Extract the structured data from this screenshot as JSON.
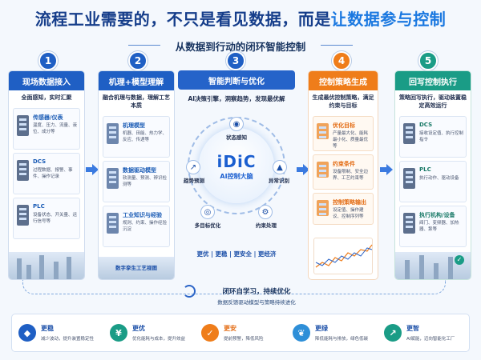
{
  "title": {
    "part1": "流程工业需要的，不只是看见数据，而是",
    "part2": "让数据参与控制"
  },
  "subtitle": "从数据到行动的闭环智能控制",
  "colors": {
    "blue": "#1f5fc4",
    "orange": "#ef7d1a",
    "teal": "#1a9c86"
  },
  "steps": [
    {
      "num": "1",
      "title": "现场数据接入",
      "desc": "全面感知，实时汇聚",
      "cards": [
        {
          "title": "传感器/仪表",
          "desc": "温度、压力、流量、液位、成分等"
        },
        {
          "title": "DCS",
          "desc": "过程数据、报警、事件、操作记录"
        },
        {
          "title": "PLC",
          "desc": "设备状态、开关量、运行信号等"
        }
      ]
    },
    {
      "num": "2",
      "title": "机理+模型理解",
      "desc": "融合机理与数据，理解工艺本质",
      "cards": [
        {
          "title": "机理模型",
          "desc": "机器、田能、热力学、反应、传递等"
        },
        {
          "title": "数据驱动模型",
          "desc": "软测量、预测、辨识检测等"
        },
        {
          "title": "工业知识与经验",
          "desc": "规则、约束、操作经验沉淀"
        }
      ],
      "twin": "数字孪生工艺视图"
    },
    {
      "num": "3",
      "title": "智能判断与优化",
      "desc": "AI决策引擎，洞察趋势，发现最优解",
      "brand": "iDiC",
      "brain": "AI控制大脑",
      "nodes": [
        "状态感知",
        "趋势预测",
        "异常识别",
        "多目标优化",
        "约束处理"
      ],
      "tags": "更优 | 更稳 | 更安全 | 更经济"
    },
    {
      "num": "4",
      "title": "控制策略生成",
      "desc": "生成最优控制策略，满足约束与目标",
      "cards": [
        {
          "title": "优化目标",
          "desc": "产量最大化、能耗最小化、质量最优等"
        },
        {
          "title": "约束条件",
          "desc": "设备限制、安全边界、工艺约束等"
        },
        {
          "title": "控制策略输出",
          "desc": "设定值、操作建议、控制序列等"
        }
      ]
    },
    {
      "num": "5",
      "title": "回写控制执行",
      "desc": "策略回写执行，驱动装置稳定高效运行",
      "cards": [
        {
          "title": "DCS",
          "desc": "接收设定值、执行控制指令"
        },
        {
          "title": "PLC",
          "desc": "执行动作、驱动设备"
        },
        {
          "title": "执行机构/设备",
          "desc": "阀门、变频器、加热器、泵等"
        }
      ]
    }
  ],
  "loop": {
    "title": "闭环自学习，持续优化",
    "desc": "数据反馈驱动模型与策略持续进化"
  },
  "benefits": [
    {
      "title": "更稳",
      "desc": "减少波动，提升装置稳定性",
      "icon": "shield-icon",
      "color": "#1f5fc4"
    },
    {
      "title": "更优",
      "desc": "优化能耗与成本，提升效益",
      "icon": "yen-icon",
      "color": "#1a9c86"
    },
    {
      "title": "更安",
      "desc": "提前预警，降低风险",
      "icon": "safety-icon",
      "color": "#ef7d1a"
    },
    {
      "title": "更绿",
      "desc": "降低能耗与排放，绿色低碳",
      "icon": "leaf-icon",
      "color": "#2e8fd8"
    },
    {
      "title": "更智",
      "desc": "AI赋能，迈向智能化工厂",
      "icon": "growth-icon",
      "color": "#1a9c86"
    }
  ]
}
